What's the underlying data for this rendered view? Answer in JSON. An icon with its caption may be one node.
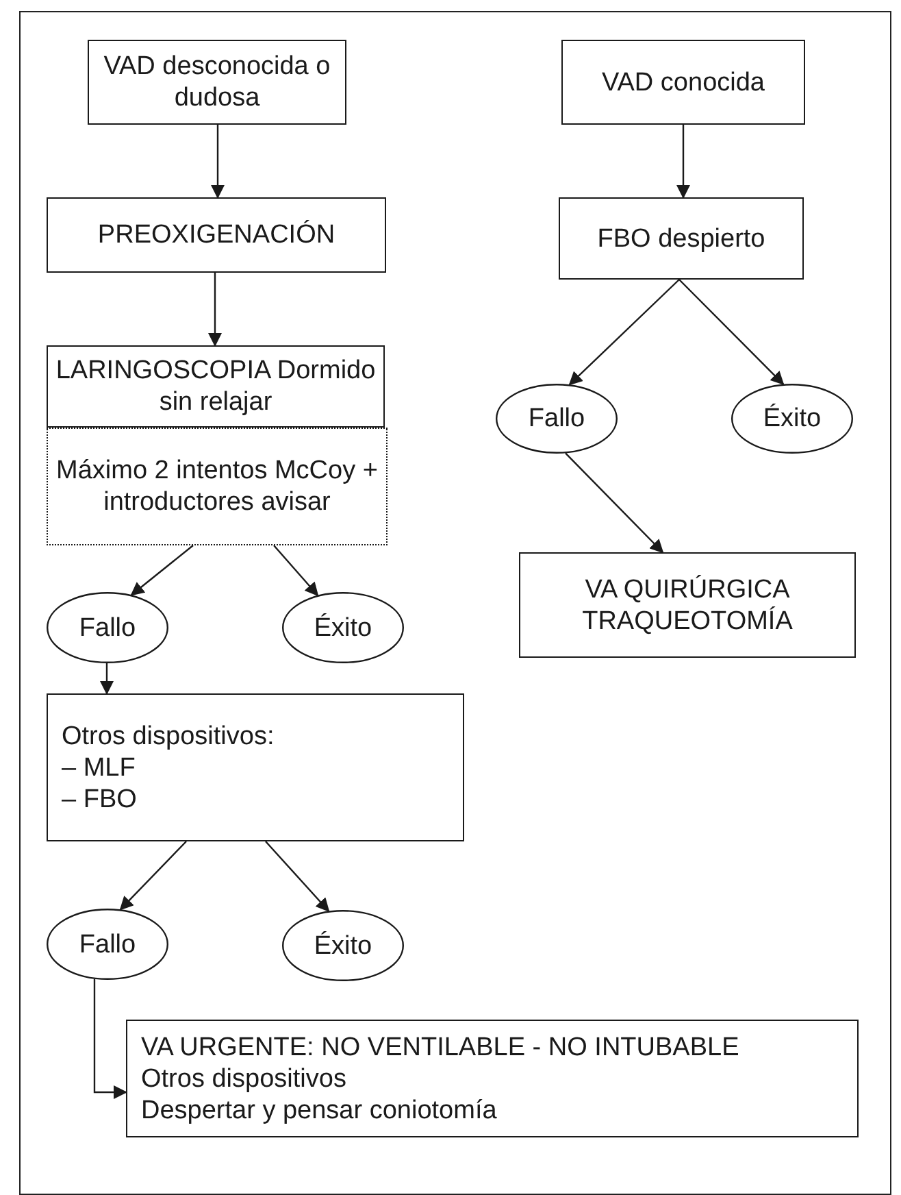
{
  "diagram": {
    "nodes": [
      {
        "text": [
          "VAD desconocida o dudosa"
        ]
      },
      {
        "text": [
          "PREOXIGENACIÓN"
        ]
      },
      {
        "text": [
          "LARINGOSCOPIA Dormido sin relajar"
        ]
      },
      {
        "text": [
          "Máximo 2 intentos McCoy + introductores avisar"
        ]
      },
      {
        "text": [
          "Fallo"
        ]
      },
      {
        "text": [
          "Éxito"
        ]
      },
      {
        "text": [
          "Otros dispositivos:",
          "– MLF",
          "– FBO"
        ]
      },
      {
        "text": [
          "Fallo"
        ]
      },
      {
        "text": [
          "Éxito"
        ]
      },
      {
        "text": [
          "VA URGENTE: NO VENTILABLE - NO INTUBABLE",
          "Otros dispositivos",
          "Despertar y pensar coniotomía"
        ]
      },
      {
        "text": [
          "VAD conocida"
        ]
      },
      {
        "text": [
          "FBO despierto"
        ]
      },
      {
        "text": [
          "Fallo"
        ]
      },
      {
        "text": [
          "Éxito"
        ]
      },
      {
        "text": [
          "VA QUIRÚRGICA TRAQUEOTOMÍA"
        ]
      }
    ],
    "edges": [
      {
        "from": 0,
        "to": 1,
        "arrow": "to"
      },
      {
        "from": 1,
        "to": 2,
        "arrow": "to"
      },
      {
        "from": 3,
        "to": 4,
        "arrow": "to"
      },
      {
        "from": 3,
        "to": 5,
        "arrow": "to"
      },
      {
        "from": 4,
        "to": 6,
        "arrow": "to"
      },
      {
        "from": 6,
        "to": 7,
        "arrow": "to"
      },
      {
        "from": 6,
        "to": 8,
        "arrow": "to"
      },
      {
        "from": 7,
        "to": 9,
        "arrow": "to"
      },
      {
        "from": 10,
        "to": 11,
        "arrow": "to"
      },
      {
        "from": 11,
        "to": 12,
        "arrow": "to"
      },
      {
        "from": 11,
        "to": 13,
        "arrow": "to"
      },
      {
        "from": 12,
        "to": 14,
        "arrow": "to"
      }
    ]
  }
}
